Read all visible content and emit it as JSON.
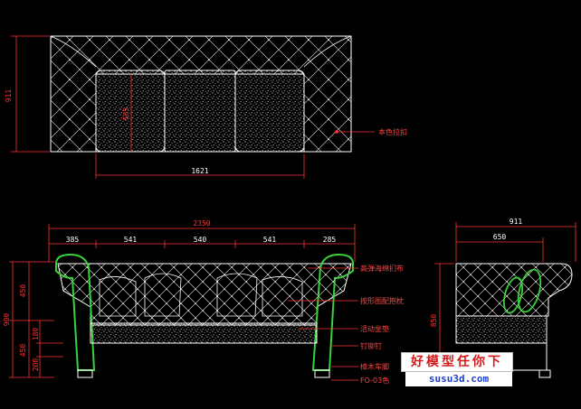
{
  "top_view": {
    "overall_depth": "911",
    "cushion_depth": "585",
    "seat_width": "1621",
    "label_arm_fabric": "本色拉扣"
  },
  "front_view": {
    "overall_width": "2350",
    "segments": [
      "385",
      "541",
      "540",
      "541",
      "285"
    ],
    "height_total": "900",
    "height_back": "450",
    "height_seat": "450",
    "height_cushion": "180",
    "height_leg": "200",
    "callouts": [
      "高弹海绵扪布",
      "按形图配抱枕",
      "活动坐垫",
      "钉铆钉",
      "樟木车脚",
      "FO-03色"
    ]
  },
  "side_view": {
    "overall_depth": "911",
    "seat_depth": "650",
    "height": "850"
  },
  "watermark": {
    "title": "好模型任你下",
    "url": "susu3d.com"
  }
}
